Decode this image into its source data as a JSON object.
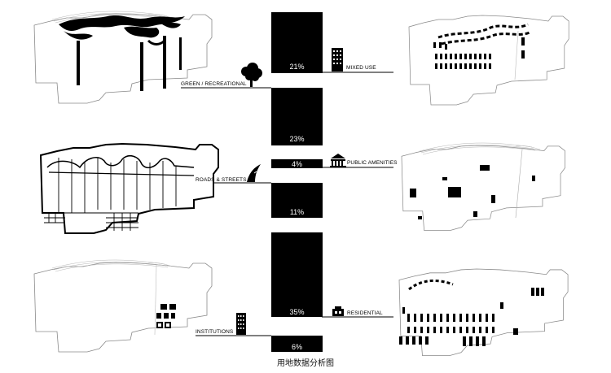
{
  "caption": "用地数据分析图",
  "categories": [
    {
      "label": "MIXED USE",
      "percent": "21%",
      "icon": "building-icon"
    },
    {
      "label": "GREEN / RECREATIONAL",
      "percent": "23%",
      "icon": "tree-icon"
    },
    {
      "label": "PUBLIC AMENITIES",
      "percent": "4%",
      "icon": "public-building-icon"
    },
    {
      "label": "ROADS & STREETS",
      "percent": "11%",
      "icon": "road-icon"
    },
    {
      "label": "RESIDENTIAL",
      "percent": "35%",
      "icon": "house-icon"
    },
    {
      "label": "INSTITUTIONS",
      "percent": "6%",
      "icon": "tower-icon"
    }
  ],
  "colors": {
    "ink": "#000000",
    "paper": "#ffffff",
    "outline": "#9a9a9a"
  }
}
